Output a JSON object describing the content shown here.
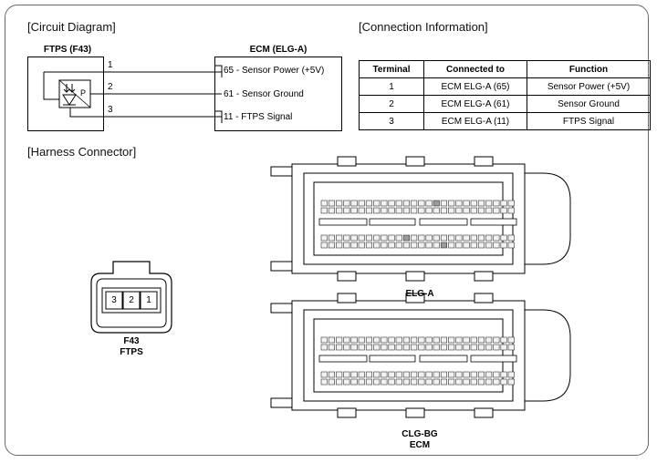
{
  "sections": {
    "circuit": "[Circuit Diagram]",
    "connection": "[Connection Information]",
    "harness": "[Harness Connector]"
  },
  "circuit": {
    "ftps_label": "FTPS (F43)",
    "ecm_label": "ECM (ELG-A)",
    "sensor_glyph": "P",
    "wires": [
      {
        "pin": "1",
        "ecm": "65 - Sensor Power (+5V)"
      },
      {
        "pin": "2",
        "ecm": "61 - Sensor Ground"
      },
      {
        "pin": "3",
        "ecm": "11 - FTPS Signal"
      }
    ]
  },
  "connection_table": {
    "headers": [
      "Terminal",
      "Connected to",
      "Function"
    ],
    "rows": [
      [
        "1",
        "ECM ELG-A (65)",
        "Sensor Power (+5V)"
      ],
      [
        "2",
        "ECM ELG-A (61)",
        "Sensor Ground"
      ],
      [
        "3",
        "ECM ELG-A (11)",
        "FTPS Signal"
      ]
    ]
  },
  "harness": {
    "f43_pins": [
      "3",
      "2",
      "1"
    ],
    "f43_label_1": "F43",
    "f43_label_2": "FTPS",
    "elga_label": "ELG-A",
    "clgbg_label_1": "CLG-BG",
    "clgbg_label_2": "ECM"
  }
}
